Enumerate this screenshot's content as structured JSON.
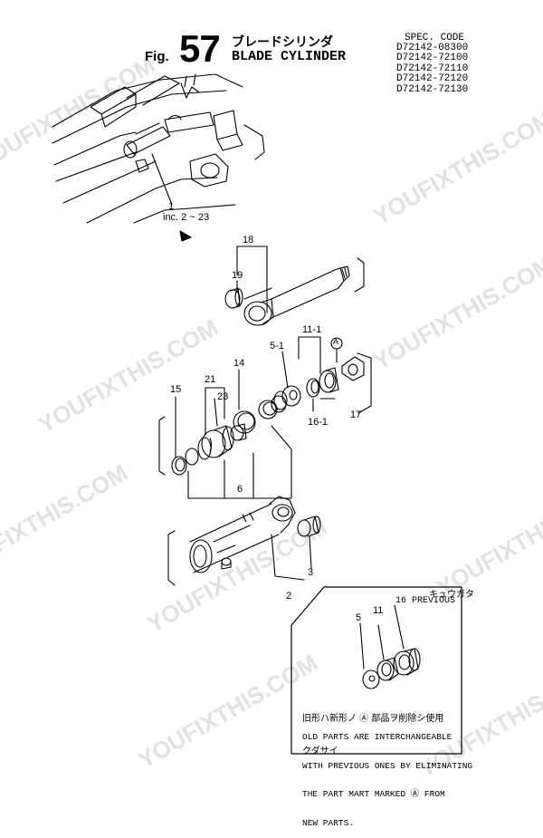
{
  "header": {
    "fig_label": "Fig.",
    "fig_number": "57",
    "title_ja": "ブレードシリンダ",
    "title_en": "BLADE CYLINDER"
  },
  "spec": {
    "title": "SPEC. CODE",
    "codes": [
      "D72142-08300",
      "D72142-72100",
      "D72142-72110",
      "D72142-72120",
      "D72142-72130"
    ]
  },
  "callouts": {
    "c1": "1",
    "inc": "inc. 2 ~ 23",
    "c18": "18",
    "c19": "19",
    "c11_1": "11-1",
    "cA_top": "A",
    "c5_1": "5-1",
    "c14": "14",
    "c21": "21",
    "c23": "23",
    "c15": "15",
    "c16_1": "16-1",
    "c17": "17",
    "c6": "6",
    "c3": "3",
    "c2": "2"
  },
  "inset": {
    "title_ja": "キュウガタ",
    "prev_label": "16 PREVIOUS",
    "c5": "5",
    "c11": "11",
    "note_ja_1": "旧形ハ新形ノ Ⓐ 部品ヲ削除シ使用",
    "note_ja_2": "クダサイ",
    "note_en_1": "OLD PARTS ARE INTERCHANGEABLE",
    "note_en_2": "WITH PREVIOUS ONES BY ELIMINATING",
    "note_en_3": "THE PART MART MARKED Ⓐ FROM",
    "note_en_4": "NEW PARTS."
  },
  "watermark": "YOUFIXTHIS.COM"
}
